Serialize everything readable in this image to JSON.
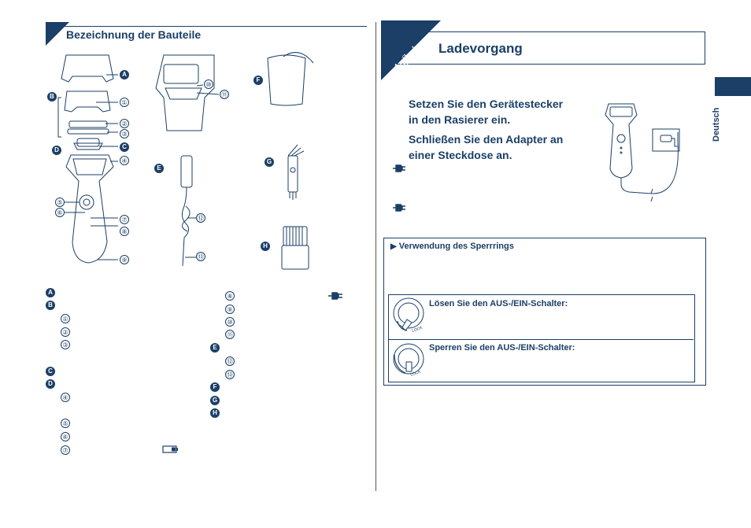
{
  "left": {
    "section_title": "Bezeichnung der Bauteile",
    "diagram_letters": [
      "A",
      "B",
      "C",
      "D",
      "E",
      "F",
      "G",
      "H"
    ],
    "diagram_numbers": [
      "①",
      "②",
      "③",
      "④",
      "⑤",
      "⑥",
      "⑦",
      "⑧",
      "⑨",
      "⑩",
      "⑪",
      "⑫",
      "⑬"
    ],
    "legend_col1": [
      {
        "mark": "A",
        "type": "letter"
      },
      {
        "mark": "B",
        "type": "letter"
      },
      {
        "mark": "①",
        "type": "num"
      },
      {
        "mark": "②",
        "type": "num"
      },
      {
        "mark": "③",
        "type": "num"
      },
      {
        "mark": "C",
        "type": "letter"
      },
      {
        "mark": "D",
        "type": "letter"
      },
      {
        "mark": "④",
        "type": "num"
      },
      {
        "mark": "⑤",
        "type": "num"
      },
      {
        "mark": "⑥",
        "type": "num"
      },
      {
        "mark": "⑦",
        "type": "num"
      }
    ],
    "legend_col2": [
      {
        "mark": "⑧",
        "type": "num"
      },
      {
        "mark": "⑨",
        "type": "num"
      },
      {
        "mark": "⑩",
        "type": "num"
      },
      {
        "mark": "⑪",
        "type": "num"
      },
      {
        "mark": "E",
        "type": "letter"
      },
      {
        "mark": "⑫",
        "type": "num"
      },
      {
        "mark": "⑬",
        "type": "num"
      },
      {
        "mark": "F",
        "type": "letter"
      },
      {
        "mark": "G",
        "type": "letter"
      },
      {
        "mark": "H",
        "type": "letter"
      }
    ]
  },
  "right": {
    "corner_label": "Aufladung",
    "title": "Ladevorgang",
    "step1": [
      "Setzen Sie den Gerätestecker",
      "in den Rasierer ein."
    ],
    "step2": [
      "Schließen Sie den Adapter an",
      "einer Steckdose an."
    ],
    "side_tab_label": "Deutsch",
    "lock_section": {
      "title": "Verwendung des Sperrrings",
      "unlock_label": "Lösen Sie den AUS-/EIN-Schalter:",
      "lock_label": "Sperren Sie den AUS-/EIN-Schalter:",
      "lock_dial_text": "LOCK"
    }
  },
  "colors": {
    "primary": "#1b3f66",
    "divider": "#555555"
  }
}
